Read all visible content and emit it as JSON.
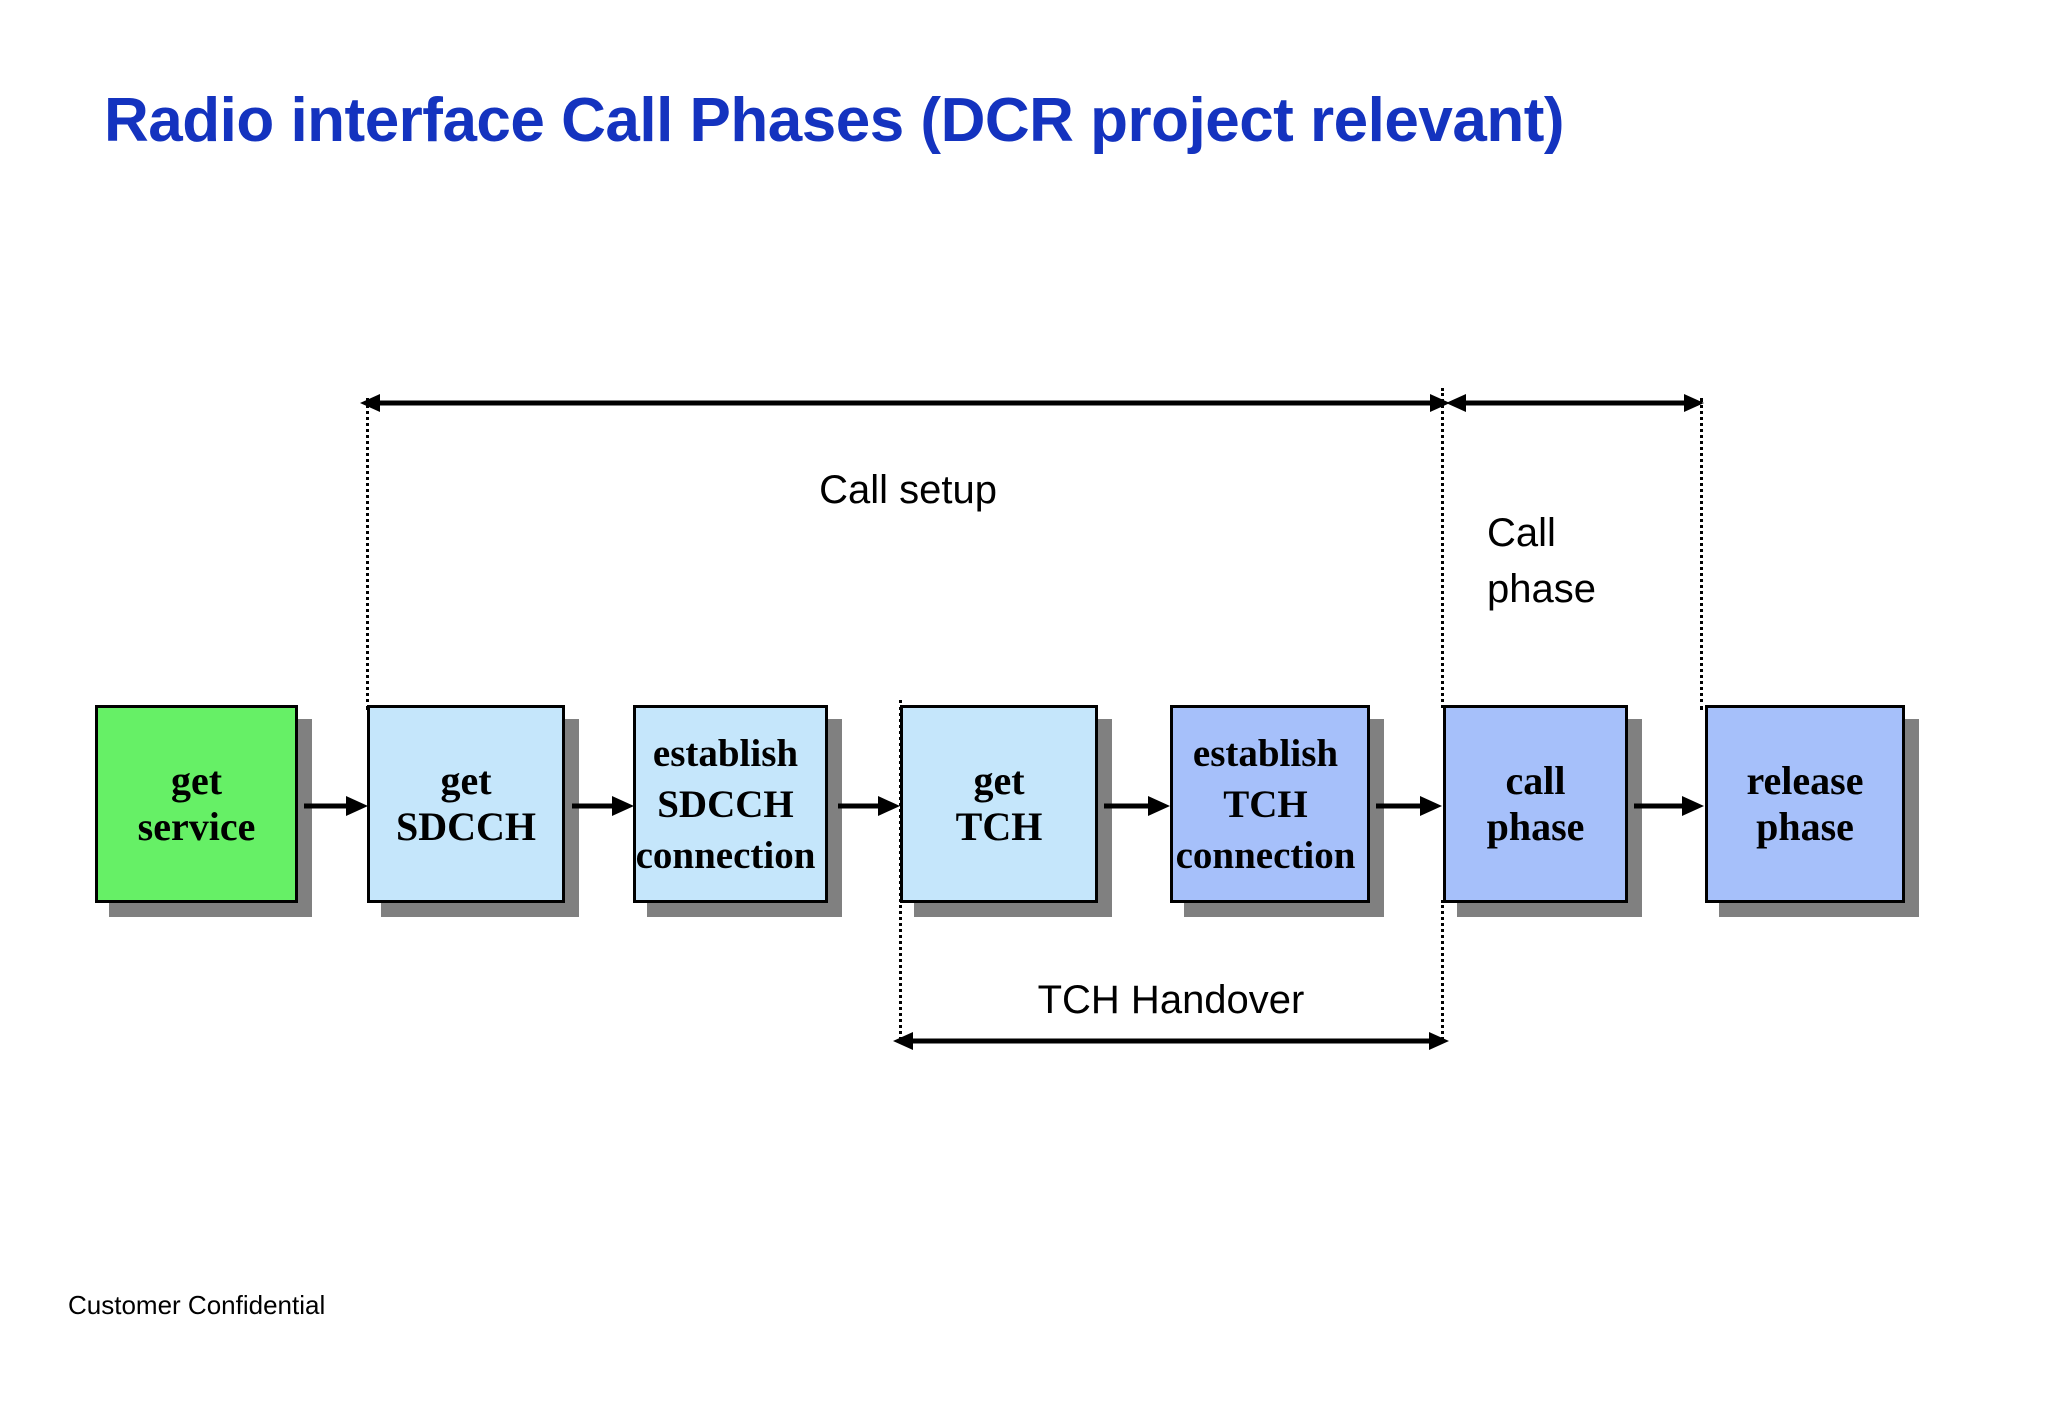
{
  "slide": {
    "title": "Radio interface Call Phases (DCR project relevant)",
    "title_color": "#1433BF",
    "background_color": "#FFFFFF",
    "footer": "Customer Confidential"
  },
  "colors": {
    "green": "#66F066",
    "light_blue": "#C5E6FB",
    "medium_blue": "#A6C0FA",
    "border": "#000000",
    "shadow": "#808080",
    "line": "#000000"
  },
  "diagram": {
    "type": "process-flow",
    "boxes": [
      {
        "id": "get-service",
        "label": "get\nservice",
        "fill": "#66F066"
      },
      {
        "id": "get-sdcch",
        "label": "get\nSDCCH",
        "fill": "#C5E6FB"
      },
      {
        "id": "establish-sdcch",
        "label": "establish\nSDCCH\nconnection",
        "fill": "#C5E6FB"
      },
      {
        "id": "get-tch",
        "label": "get\nTCH",
        "fill": "#C5E6FB"
      },
      {
        "id": "establish-tch",
        "label": "establish\nTCH\nconnection",
        "fill": "#A6C0FA"
      },
      {
        "id": "call-phase",
        "label": "call\nphase",
        "fill": "#A6C0FA"
      },
      {
        "id": "release-phase",
        "label": "release\nphase",
        "fill": "#A6C0FA"
      }
    ],
    "annotations": [
      {
        "id": "call-setup",
        "label": "Call setup",
        "position": "top"
      },
      {
        "id": "call-phase",
        "label": "Call\nphase",
        "position": "top"
      },
      {
        "id": "tch-handover",
        "label": "TCH Handover",
        "position": "bottom"
      }
    ]
  }
}
